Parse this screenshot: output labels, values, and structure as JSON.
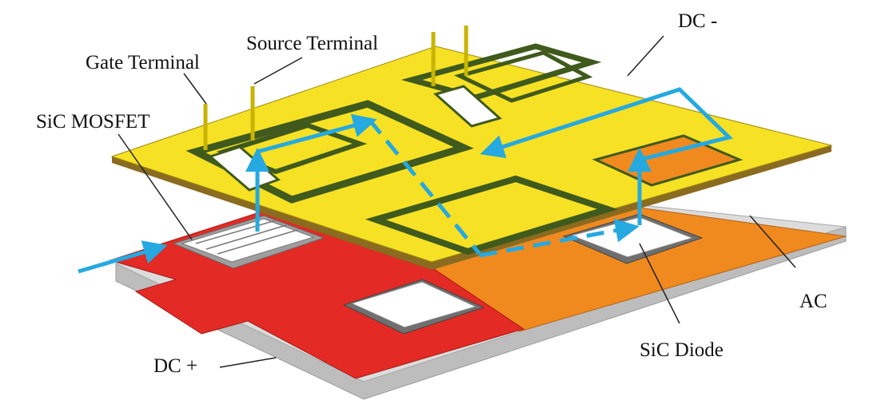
{
  "labels": {
    "gate_terminal": "Gate Terminal",
    "source_terminal": "Source Terminal",
    "sic_mosfet": "SiC MOSFET",
    "dc_minus": "DC -",
    "dc_plus": "DC +",
    "ac": "AC",
    "sic_diode": "SiC Diode"
  },
  "colors": {
    "dc_plus_plate": "#e32a24",
    "ac_plate": "#f08a1e",
    "dc_minus_plate": "#f7e124",
    "dc_minus_trench": "#3f5a1c",
    "substrate": "#dcdcdc",
    "die": "#ffffff",
    "die_frame": "#8a8a8a",
    "current_path": "#25a9e0"
  }
}
